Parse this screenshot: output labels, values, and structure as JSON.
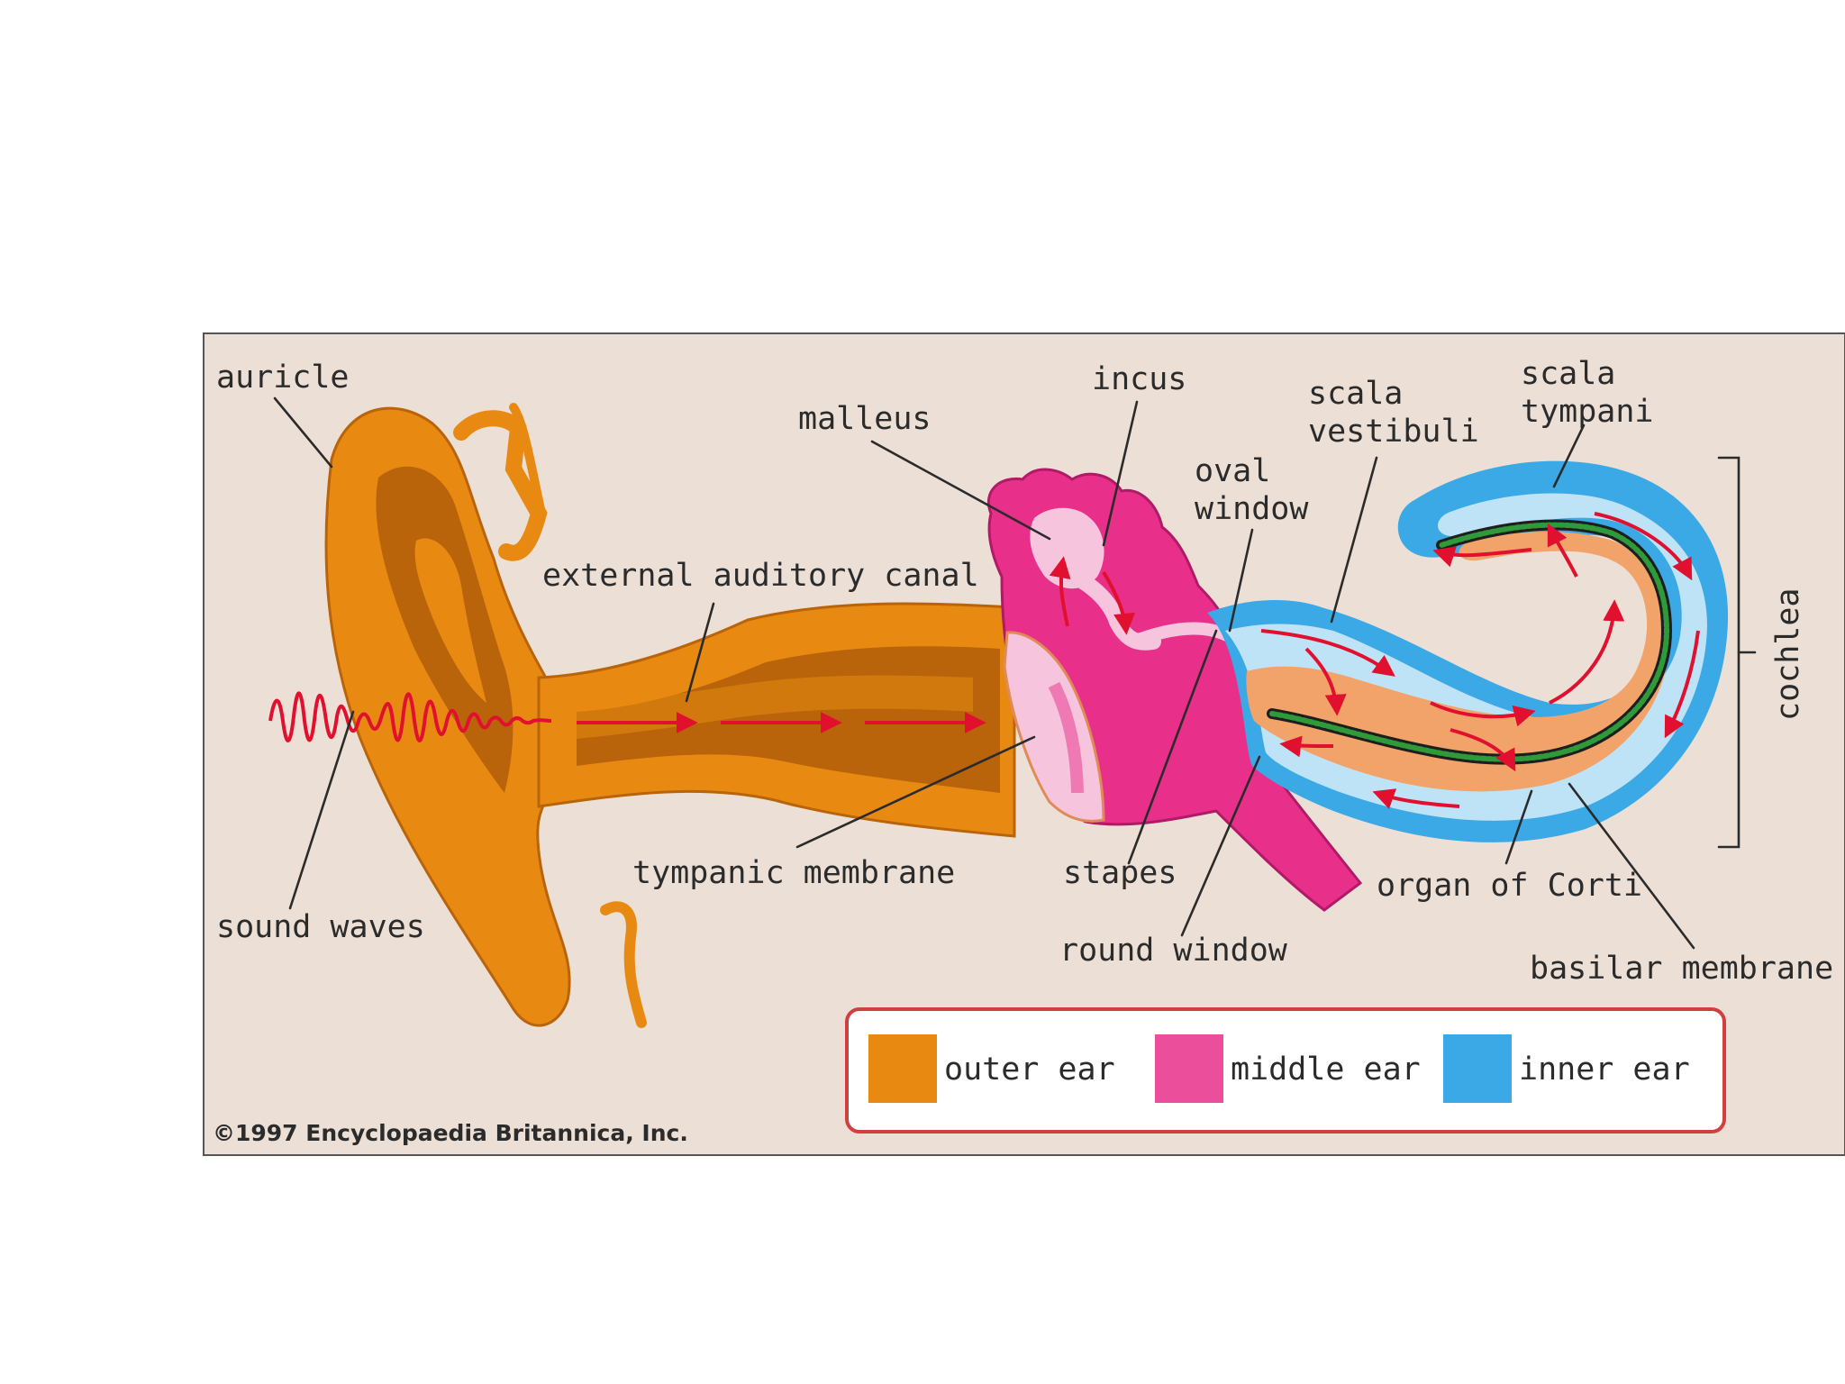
{
  "colors": {
    "background": "#ece0d6",
    "outer_ear": "#e88a12",
    "outer_ear_dark": "#b9640a",
    "middle_ear": "#e8308a",
    "middle_ear_light": "#f7c4dd",
    "inner_ear": "#3aa9e6",
    "inner_ear_light": "#bfe3f6",
    "cochlea_inner": "#f2a36a",
    "organ_of_corti": "#2f9a3a",
    "flow_arrows": "#e0102e"
  },
  "labels": {
    "auricle": "auricle",
    "malleus": "malleus",
    "incus": "incus",
    "scala_vestibuli_1": "scala",
    "scala_vestibuli_2": "vestibuli",
    "scala_tympani_1": "scala",
    "scala_tympani_2": "tympani",
    "oval_window_1": "oval",
    "oval_window_2": "window",
    "external_auditory_canal": "external auditory canal",
    "cochlea": "cochlea",
    "sound_waves": "sound waves",
    "tympanic_membrane": "tympanic membrane",
    "stapes": "stapes",
    "organ_of_corti": "organ of Corti",
    "round_window": "round window",
    "basilar_membrane": "basilar membrane"
  },
  "legend": {
    "outer": "outer ear",
    "middle": "middle ear",
    "inner": "inner ear"
  },
  "copyright": "©1997 Encyclopaedia Britannica, Inc."
}
